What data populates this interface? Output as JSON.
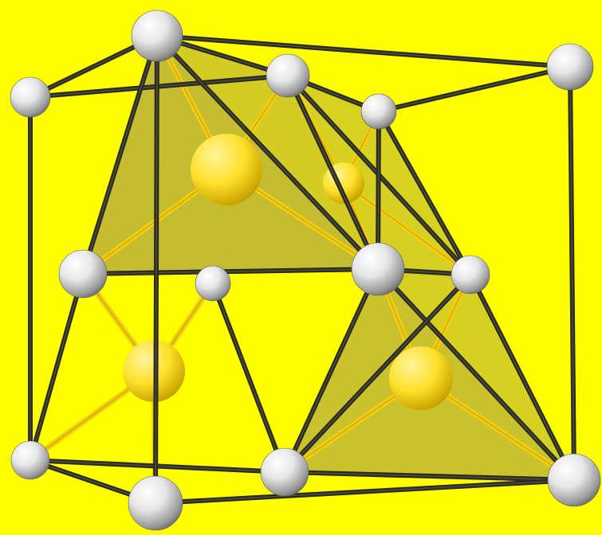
{
  "diagram": {
    "subject": "crystal-unit-cell",
    "colors": {
      "background": "#FFFF00",
      "bond": "#2a2a20",
      "polyhedron_fill": "#9c8f52",
      "white_atom": "#ffffff",
      "white_atom_shade": "#6e6e6e",
      "yellow_atom": "#ffe53a",
      "yellow_atom_shade": "#b08e00",
      "yellow_bond": "#f2cc10"
    },
    "atom_types": [
      "white-sphere",
      "yellow-sphere"
    ],
    "tetrahedra_count": 3
  }
}
